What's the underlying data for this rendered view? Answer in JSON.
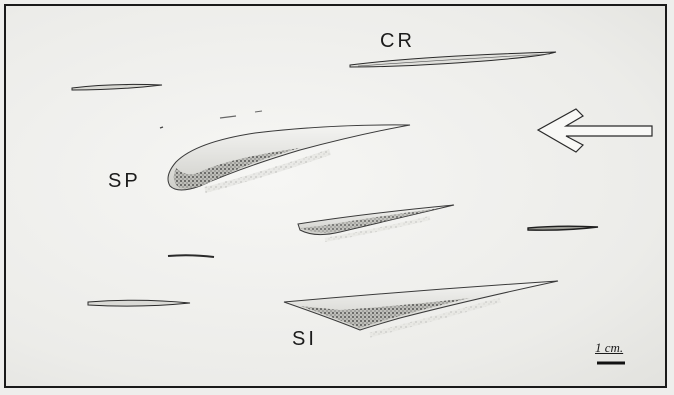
{
  "figure": {
    "labels": {
      "cr": "CR",
      "sp": "SP",
      "si": "SI"
    },
    "scale_bar_text": "1 cm.",
    "colors": {
      "background": "#eeeeec",
      "frame": "#1a1a1a",
      "shadow": "#2a2a2a"
    },
    "icons": {
      "arrow": "left-arrow-icon"
    }
  }
}
